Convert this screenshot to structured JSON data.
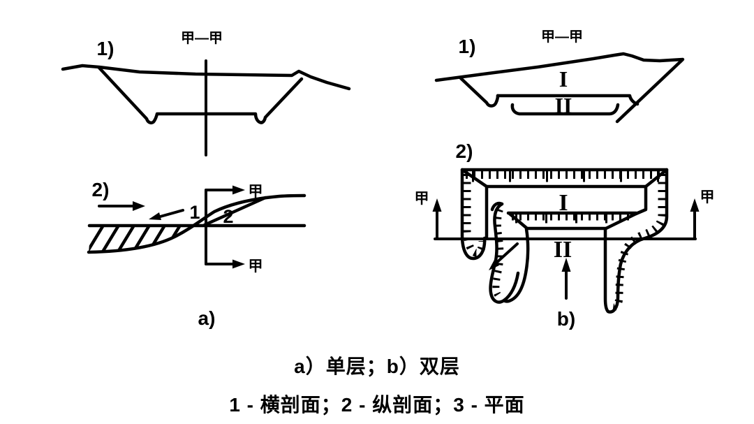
{
  "panel_a": {
    "section1_index": "1)",
    "section2_index": "2)",
    "section_mark_top": "甲—甲",
    "jia_top": "甲",
    "jia_bottom": "甲",
    "curve1_label": "1",
    "curve2_label": "2",
    "panel_caption": "a)"
  },
  "panel_b": {
    "section1_index": "1)",
    "section2_index": "2)",
    "section_mark_top": "甲—甲",
    "level1_label": "I",
    "level2_label": "II",
    "plan_level1_label": "I",
    "plan_level2_label": "II",
    "jia_left": "甲",
    "jia_right": "甲",
    "panel_caption": "b)"
  },
  "caption": {
    "line1": "a）单层；b）双层",
    "line2": "1 - 横剖面；2 - 纵剖面；3 - 平面"
  },
  "colors": {
    "ink": "#000000",
    "background": "#ffffff"
  }
}
